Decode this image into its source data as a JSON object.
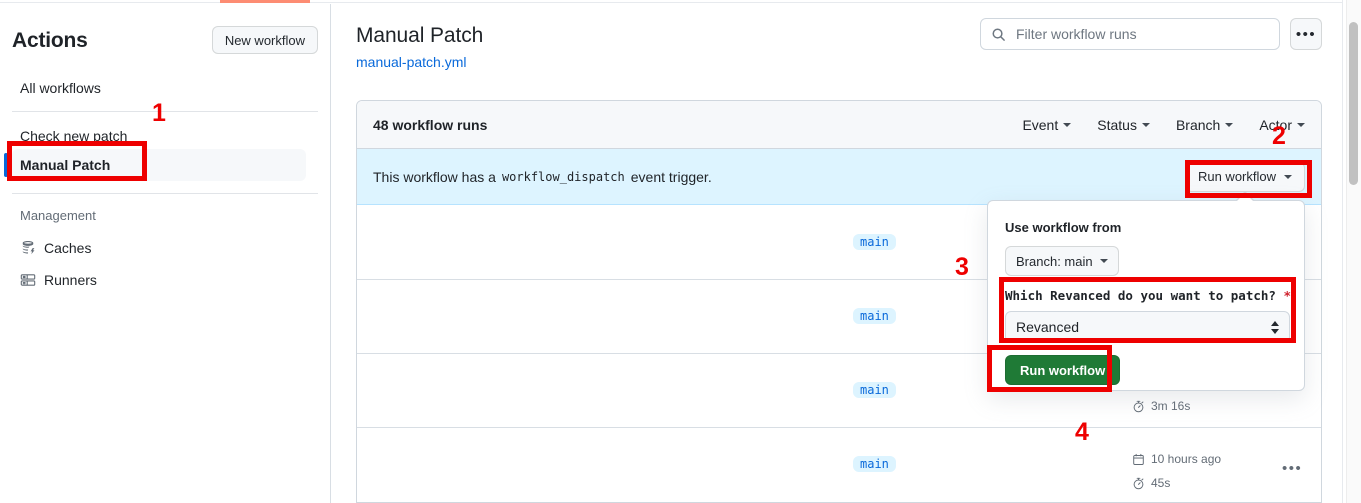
{
  "sidebar": {
    "title": "Actions",
    "new_workflow_label": "New workflow",
    "items": [
      {
        "label": "All workflows",
        "selected": false
      },
      {
        "label": "Check new patch",
        "selected": false
      },
      {
        "label": "Manual Patch",
        "selected": true
      }
    ],
    "management_label": "Management",
    "management_items": [
      {
        "label": "Caches",
        "icon": "cache-icon"
      },
      {
        "label": "Runners",
        "icon": "server-icon"
      }
    ]
  },
  "header": {
    "title": "Manual Patch",
    "file_link": "manual-patch.yml",
    "search_placeholder": "Filter workflow runs",
    "search_value": "",
    "search_icon": "search-icon",
    "kebab_label": "•••"
  },
  "card": {
    "runs_count_label": "48 workflow runs",
    "filters": [
      {
        "label": "Event"
      },
      {
        "label": "Status"
      },
      {
        "label": "Branch"
      },
      {
        "label": "Actor"
      }
    ],
    "dispatch": {
      "prefix": "This workflow has a",
      "event_code": "workflow_dispatch",
      "suffix": "event trigger.",
      "run_button_label": "Run workflow"
    },
    "rows": [
      {
        "branch": "main",
        "timestamp": "",
        "duration": ""
      },
      {
        "branch": "main",
        "timestamp": "",
        "duration": ""
      },
      {
        "branch": "main",
        "timestamp": "",
        "duration": "3m 16s"
      },
      {
        "branch": "main",
        "timestamp": "10 hours ago",
        "duration": "45s"
      }
    ]
  },
  "popover": {
    "use_workflow_from_label": "Use workflow from",
    "branch_selector_label": "Branch: main",
    "input_label": "Which Revanced do you want to patch?",
    "required_marker": "*",
    "select_value": "Revanced",
    "submit_label": "Run workflow"
  },
  "annotations": [
    {
      "number": "1"
    },
    {
      "number": "2"
    },
    {
      "number": "3"
    },
    {
      "number": "4"
    }
  ],
  "colors": {
    "accent": "#0969da",
    "green": "#1f7a36",
    "annotation_red": "#ee0000",
    "banner_blue": "#ddf4ff",
    "loadbar": "#fd8c73"
  }
}
